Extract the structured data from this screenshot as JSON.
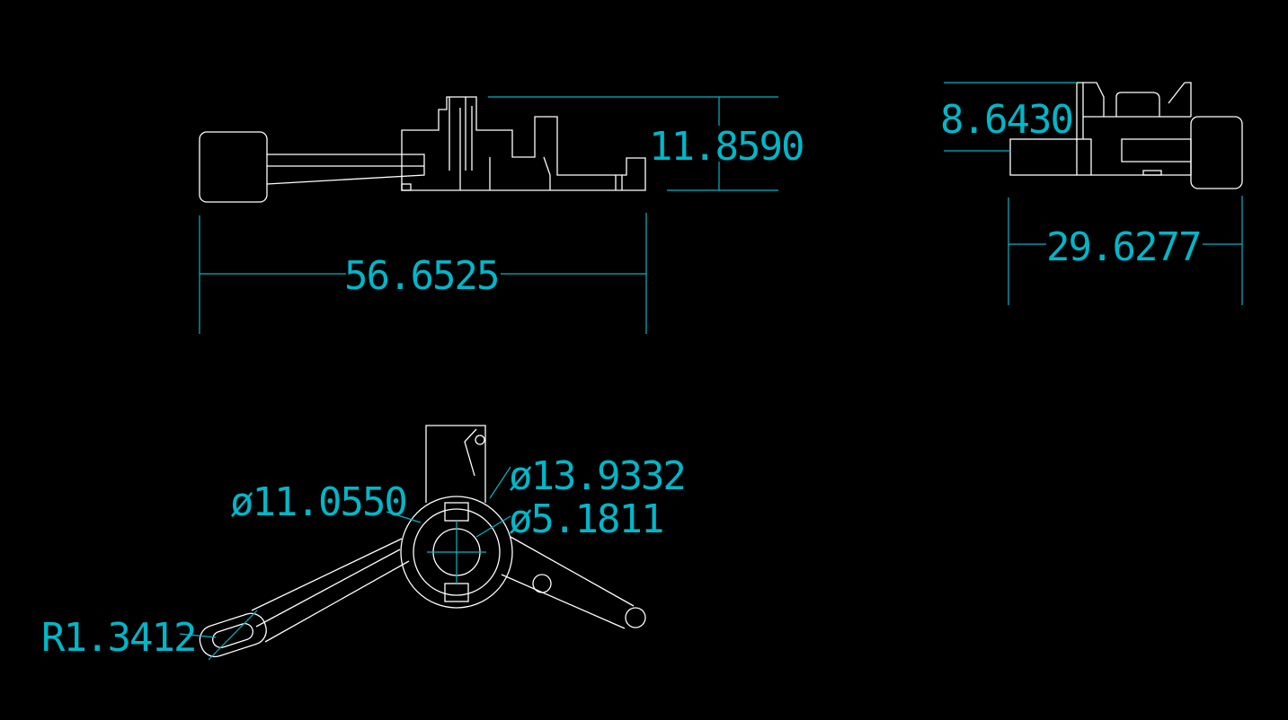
{
  "dimensions": {
    "top_view_width": "56.6525",
    "top_view_height": "11.8590",
    "side_view_height": "8.6430",
    "side_view_width": "29.6277",
    "dia_outer_left": "ø11.0550",
    "dia_outer_right": "ø13.9332",
    "dia_inner": "ø5.1811",
    "radius_slot": "R1.3412"
  },
  "colors": {
    "background": "#000000",
    "geometry": "#ffffff",
    "dimension": "#00b7c8"
  }
}
